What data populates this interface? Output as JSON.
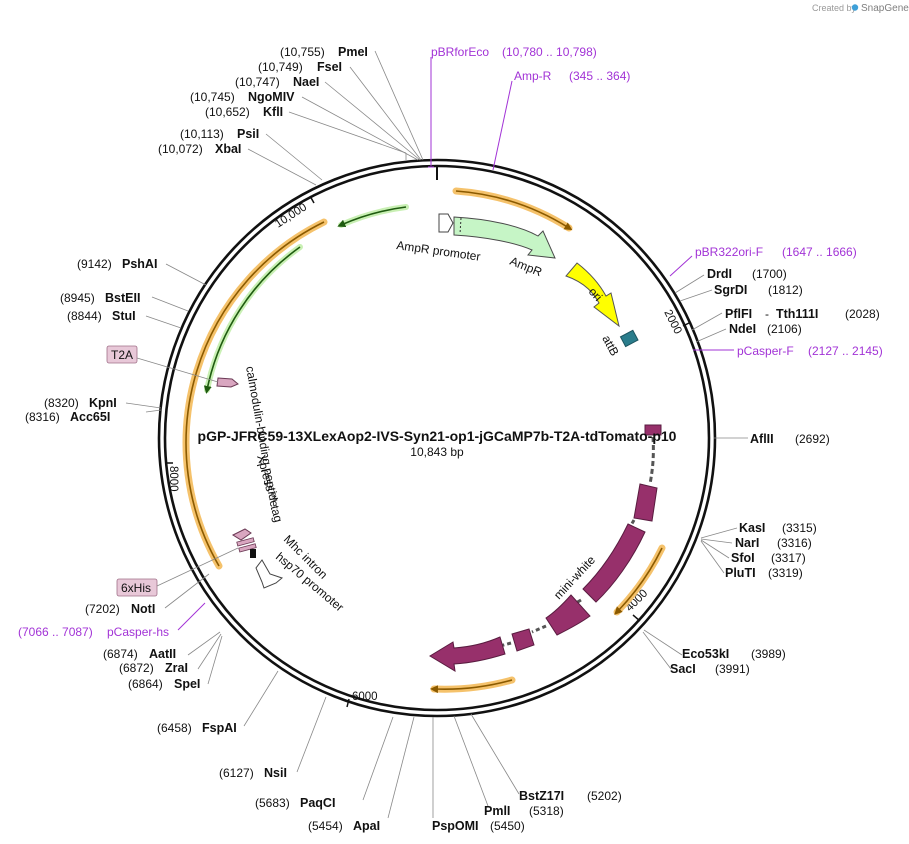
{
  "credit": {
    "prefix": "Created by",
    "brand": "SnapGene"
  },
  "plasmid": {
    "name": "pGP-JFRC59-13XLexAop2-IVS-Syn21-op1-jGCaMP7b-T2A-tdTomato-p10",
    "length_label": "10,843 bp"
  },
  "tick_labels": [
    "2000",
    "4000",
    "6000",
    "8000",
    "10,000"
  ],
  "sites": [
    {
      "name": "PmeI",
      "pos": "(10,755)"
    },
    {
      "name": "FseI",
      "pos": "(10,749)"
    },
    {
      "name": "NaeI",
      "pos": "(10,747)"
    },
    {
      "name": "NgoMIV",
      "pos": "(10,745)"
    },
    {
      "name": "KflI",
      "pos": "(10,652)"
    },
    {
      "name": "PsiI",
      "pos": "(10,113)"
    },
    {
      "name": "XbaI",
      "pos": "(10,072)"
    },
    {
      "name": "PshAI",
      "pos": "(9142)"
    },
    {
      "name": "BstEII",
      "pos": "(8945)"
    },
    {
      "name": "StuI",
      "pos": "(8844)"
    },
    {
      "name": "KpnI",
      "pos": "(8320)"
    },
    {
      "name": "Acc65I",
      "pos": "(8316)"
    },
    {
      "name": "NotI",
      "pos": "(7202)"
    },
    {
      "name": "AatII",
      "pos": "(6874)"
    },
    {
      "name": "ZraI",
      "pos": "(6872)"
    },
    {
      "name": "SpeI",
      "pos": "(6864)"
    },
    {
      "name": "FspAI",
      "pos": "(6458)"
    },
    {
      "name": "NsiI",
      "pos": "(6127)"
    },
    {
      "name": "PaqCI",
      "pos": "(5683)"
    },
    {
      "name": "ApaI",
      "pos": "(5454)"
    },
    {
      "name": "PspOMI",
      "pos": "(5450)"
    },
    {
      "name": "PmlI",
      "pos": "(5318)"
    },
    {
      "name": "BstZ17I",
      "pos": "(5202)"
    },
    {
      "name": "DrdI",
      "pos": "(1700)"
    },
    {
      "name": "SgrDI",
      "pos": "(1812)"
    },
    {
      "name": "PflFI",
      "pos": ""
    },
    {
      "name": "Tth111I",
      "pos": "(2028)"
    },
    {
      "name": "NdeI",
      "pos": "(2106)"
    },
    {
      "name": "AflII",
      "pos": "(2692)"
    },
    {
      "name": "KasI",
      "pos": "(3315)"
    },
    {
      "name": "NarI",
      "pos": "(3316)"
    },
    {
      "name": "SfoI",
      "pos": "(3317)"
    },
    {
      "name": "PluTI",
      "pos": "(3319)"
    },
    {
      "name": "Eco53kI",
      "pos": "(3989)"
    },
    {
      "name": "SacI",
      "pos": "(3991)"
    }
  ],
  "primers": [
    {
      "name": "pBRforEco",
      "range": "(10,780 .. 10,798)"
    },
    {
      "name": "Amp-R",
      "range": "(345 .. 364)"
    },
    {
      "name": "pBR322ori-F",
      "range": "(1647 .. 1666)"
    },
    {
      "name": "pCasper-F",
      "range": "(2127 .. 2145)"
    },
    {
      "name": "pCasper-hs",
      "range": "(7066 .. 7087)"
    }
  ],
  "features": [
    {
      "name": "AmpR promoter"
    },
    {
      "name": "AmpR"
    },
    {
      "name": "ori"
    },
    {
      "name": "attB"
    },
    {
      "name": "mini-white"
    },
    {
      "name": "calmodulin-binding peptide"
    },
    {
      "name": "Xpress™ tag"
    },
    {
      "name": "Mhc intron"
    },
    {
      "name": "hsp70 promoter"
    },
    {
      "name": "T2A"
    },
    {
      "name": "6xHis"
    }
  ],
  "colors": {
    "backbone": "#111111",
    "ampr": "#c6f5c6",
    "ori": "#ffff00",
    "attb": "#2a7d8c",
    "mini_white": "#97306b",
    "orf_orange": "#f5c26b",
    "orf_green": "#3a8a20",
    "primer": "#a233d6",
    "small_feature": "#d9a6c0"
  }
}
